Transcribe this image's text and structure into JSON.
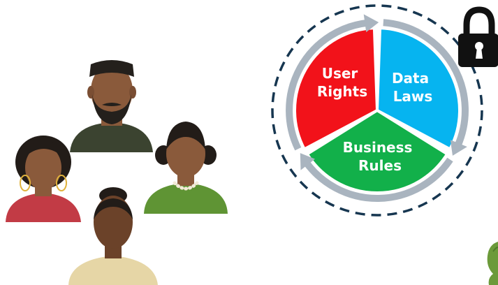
{
  "cycle": {
    "segments": [
      {
        "line1": "User",
        "line2": "Rights",
        "color": "#f2121a"
      },
      {
        "line1": "Data",
        "line2": "Laws",
        "color": "#06b4f0"
      },
      {
        "line1": "Business",
        "line2": "Rules",
        "color": "#12b04a"
      }
    ],
    "arrow_color": "#a9b4bf",
    "dashed_ring_color": "#163650"
  },
  "people": [
    {
      "role": "man-with-beard",
      "shirt": "#3b4330",
      "skin": "#8a5a3b",
      "hair": "#24201c"
    },
    {
      "role": "woman-hoop-earrings",
      "shirt": "#c23b45",
      "skin": "#8a5a3b",
      "hair": "#221c18"
    },
    {
      "role": "woman-pearl-necklace",
      "shirt": "#5f9434",
      "skin": "#8a5a3b",
      "hair": "#221c18"
    },
    {
      "role": "woman-bun",
      "shirt": "#e6d6a6",
      "skin": "#6b4229",
      "hair": "#221c18"
    }
  ],
  "lock": {
    "color": "#111111"
  },
  "plant": {
    "color": "#6c9a3a"
  }
}
